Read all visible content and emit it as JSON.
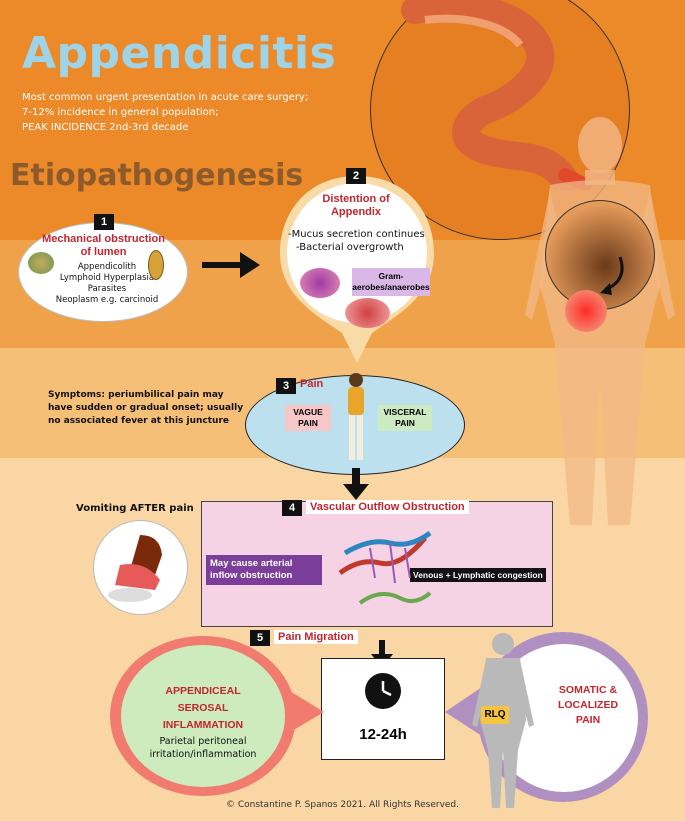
{
  "title": "Appendicitis",
  "subtitle_lines": [
    "Most common urgent presentation in acute care surgery;",
    "7-12% incidence in general population;",
    "PEAK INCIDENCE 2nd-3rd decade"
  ],
  "section_heading": "Etiopathogenesis",
  "step1": {
    "number": "1",
    "title": "Mechanical obstruction of lumen",
    "items": [
      "Appendicolith",
      "Lymphoid Hyperplasia",
      "Parasites",
      "Neoplasm e.g. carcinoid"
    ]
  },
  "step2": {
    "number": "2",
    "title": "Distention of Appendix",
    "items": [
      "-Mucus secretion continues",
      "-Bacterial overgrowth"
    ],
    "tag": "Gram-aerobes/anaerobes"
  },
  "step3": {
    "number": "3",
    "title": "Pain",
    "tag_left": "VAGUE PAIN",
    "tag_right": "VISCERAL PAIN",
    "symptoms": "Symptoms: periumbilical pain may have sudden or gradual onset; usually no associated fever at this juncture"
  },
  "step4": {
    "number": "4",
    "title": "Vascular Outflow Obstruction",
    "left_label": "May cause arterial inflow obstruction",
    "right_label": "Venous + Lymphatic congestion",
    "vomiting": "Vomiting AFTER pain"
  },
  "step5": {
    "number": "5",
    "title": "Pain Migration",
    "time": "12-24h",
    "left_title": "APPENDICEAL SEROSAL INFLAMMATION",
    "left_text": "Parietal peritoneal irritation/inflammation",
    "right_title": "SOMATIC & LOCALIZED PAIN",
    "rlq": "RLQ"
  },
  "copyright": "© Constantine P. Spanos 2021. All Rights Reserved.",
  "colors": {
    "top_orange": "#ee8a2a",
    "band2": "#f3a64d",
    "band3": "#f6bd72",
    "band4": "#f8d09a",
    "accent_red": "#c2262e",
    "title_blue": "#9fd3e8"
  }
}
